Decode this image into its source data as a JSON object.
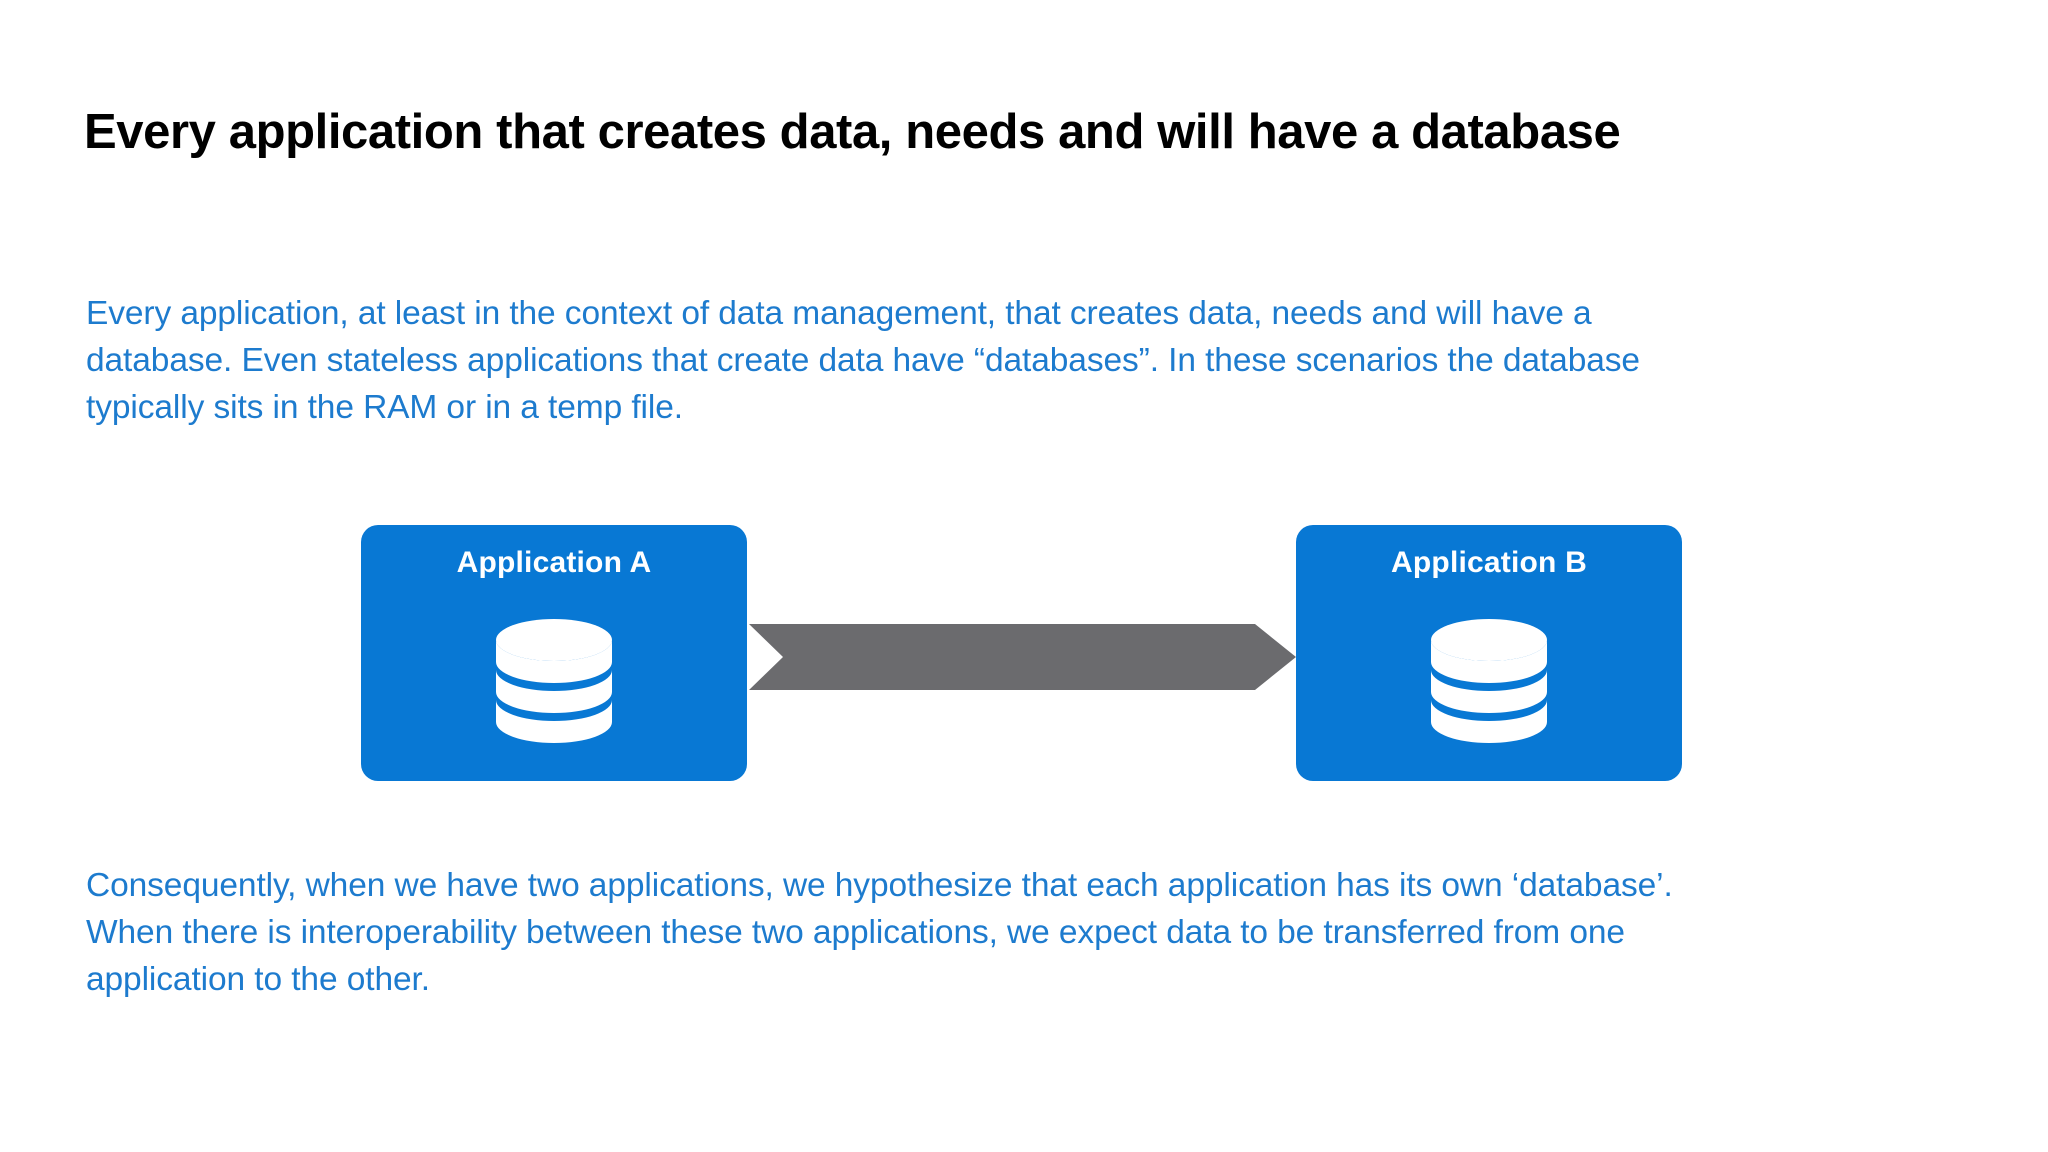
{
  "slide": {
    "title": "Every application that creates data, needs and will have a database",
    "background_color": "#FFFFFF",
    "title_color": "#000000",
    "body_text_color": "#1D7BCE",
    "box_color": "#0878D4",
    "arrow_color": "#6B6B6E",
    "box_label_color": "#FFFFFF"
  },
  "paragraph_top": {
    "full_text": "Every application, at least in the context of data management, that creates data, needs and will have a database. Even stateless applications that create data have “databases”. In these scenarios the database typically sits in the RAM or in a temp file.",
    "lines": [
      "Every application, at least in the context of data management, that creates data, needs and will have a",
      "database. Even stateless applications that create data have “databases”. In these scenarios the database",
      "typically sits in the RAM or in a temp file."
    ]
  },
  "paragraph_bottom": {
    "full_text": "Consequently, when we have two applications, we hypothesize that each application has its own ‘database’. When there is interoperability between these two applications, we expect data to be transferred from one application to the other.",
    "lines": [
      "Consequently, when we have two applications, we hypothesize that each application has its own ‘database’.",
      "When there is interoperability between these two applications, we expect data to be transferred from one",
      "application to the other."
    ]
  },
  "diagram": {
    "nodes": [
      {
        "id": "app-a",
        "label": "Application A",
        "icon": "database-icon"
      },
      {
        "id": "app-b",
        "label": "Application B",
        "icon": "database-icon"
      }
    ],
    "connector": {
      "id": "data-flow-arrow",
      "icon": "chevron-arrow-right-icon",
      "from": "app-a",
      "to": "app-b",
      "direction": "right"
    }
  }
}
